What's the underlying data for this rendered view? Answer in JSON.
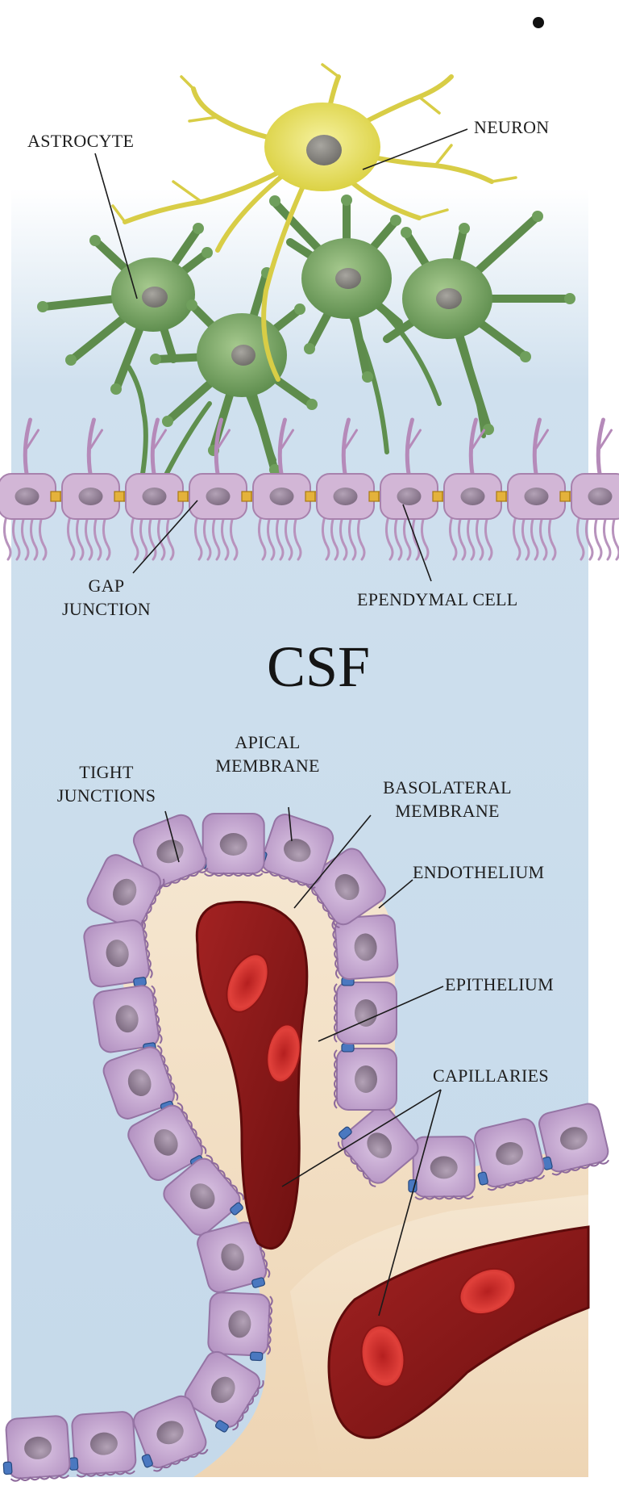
{
  "labels": {
    "astrocyte": "ASTROCYTE",
    "neuron": "NEURON",
    "gap_line1": "GAP",
    "gap_line2": "JUNCTION",
    "ependymal": "EPENDYMAL CELL",
    "csf": "CSF",
    "apical_line1": "APICAL",
    "apical_line2": "MEMBRANE",
    "tight_line1": "TIGHT",
    "tight_line2": "JUNCTIONS",
    "baso_line1": "BASOLATERAL",
    "baso_line2": "MEMBRANE",
    "endothelium": "ENDOTHELIUM",
    "epithelium": "EPITHELIUM",
    "capillaries": "CAPILLARIES"
  },
  "colors": {
    "csf_background": "#c9dced",
    "neuron": "#e8e25a",
    "astrocyte": "#6a9a58",
    "ependymal_cell": "#c9a8cc",
    "gap_junction": "#e6b23c",
    "epithelial_cell": "#c9aed6",
    "tight_junction": "#4a78c0",
    "stroma": "#f3e1c7",
    "capillary": "#8e1c1c",
    "red_blood_cell": "#d2312f"
  }
}
